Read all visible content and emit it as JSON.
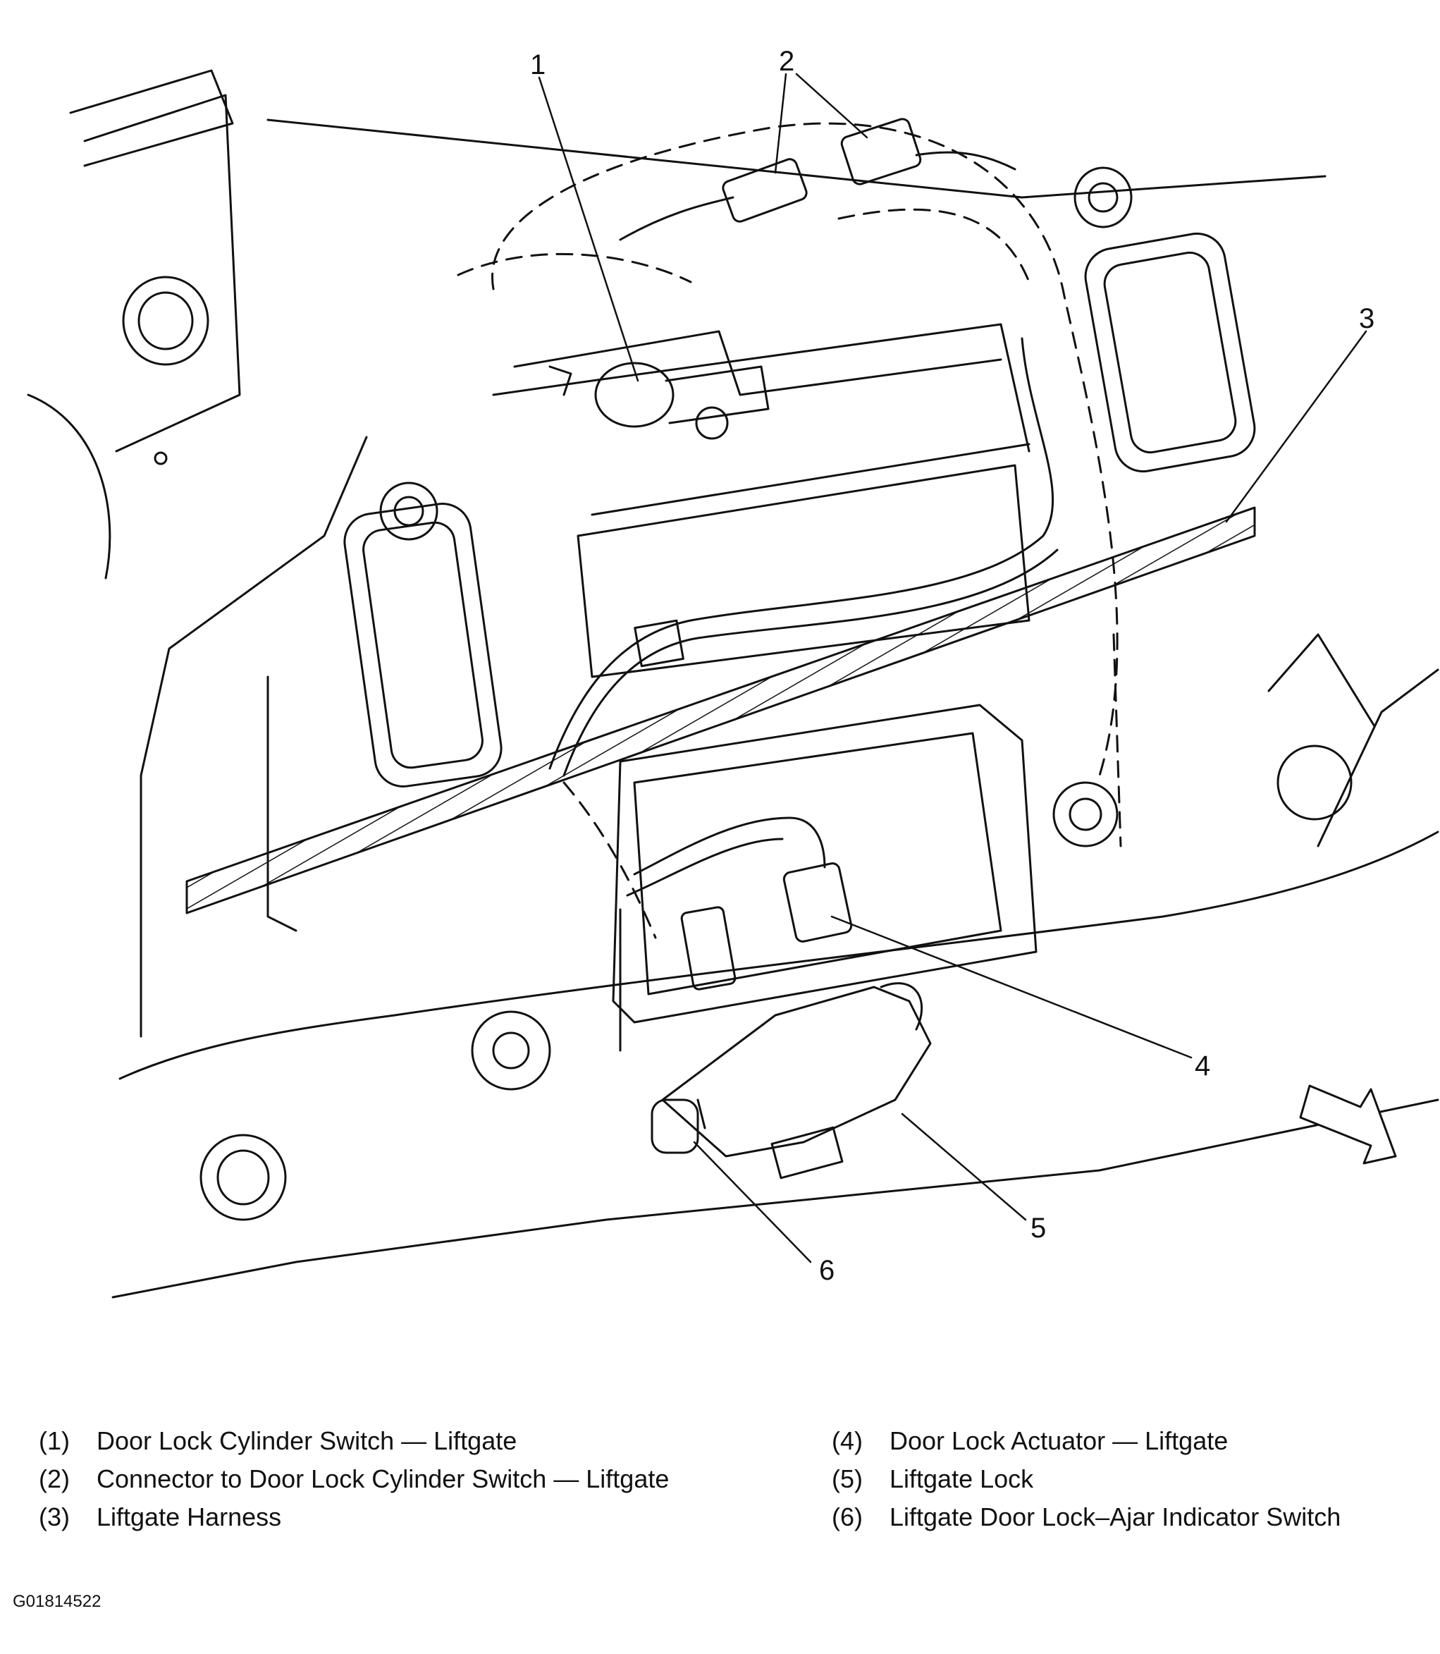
{
  "figure_id": "G01814522",
  "callouts": [
    "1",
    "2",
    "3",
    "4",
    "5",
    "6"
  ],
  "legend": {
    "left": [
      {
        "num": "(1)",
        "text": "Door Lock Cylinder Switch — Liftgate"
      },
      {
        "num": "(2)",
        "text": "Connector to Door Lock Cylinder Switch — Liftgate"
      },
      {
        "num": "(3)",
        "text": "Liftgate Harness"
      }
    ],
    "right": [
      {
        "num": "(4)",
        "text": "Door Lock Actuator — Liftgate"
      },
      {
        "num": "(5)",
        "text": "Liftgate Lock"
      },
      {
        "num": "(6)",
        "text": "Liftgate Door Lock–Ajar Indicator Switch"
      }
    ]
  }
}
